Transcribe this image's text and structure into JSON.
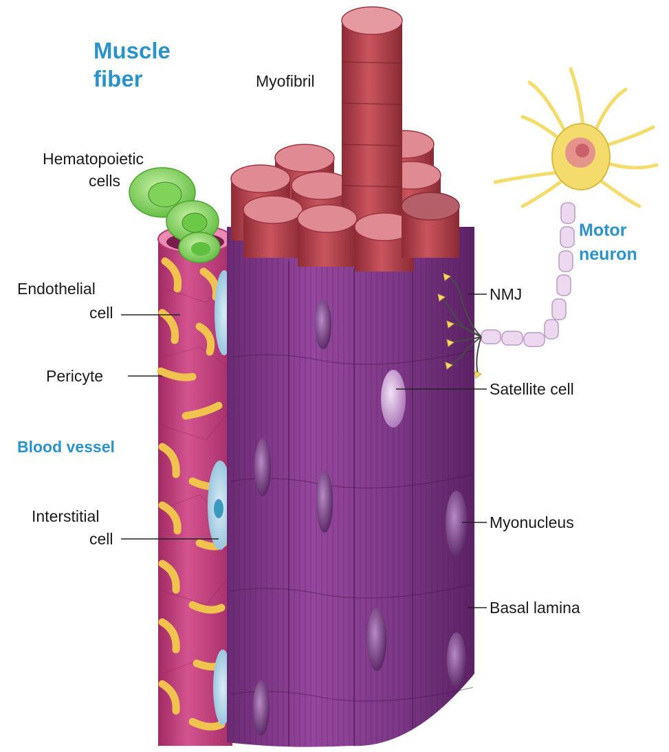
{
  "labels": {
    "title_line1": "Muscle",
    "title_line2": "fiber",
    "myofibril": "Myofibril",
    "hematopoietic_line1": "Hematopoietic",
    "hematopoietic_line2": "cells",
    "endothelial_line1": "Endothelial",
    "endothelial_line2": "cell",
    "pericyte": "Pericyte",
    "blood_vessel": "Blood vessel",
    "interstitial_line1": "Interstitial",
    "interstitial_line2": "cell",
    "motor_line1": "Motor",
    "motor_line2": "neuron",
    "nmj": "NMJ",
    "satellite_cell": "Satellite cell",
    "myonucleus": "Myonucleus",
    "basal_lamina": "Basal lamina"
  },
  "colors": {
    "heading_blue": "#2b93c9",
    "fiber_purple": "#8a3f92",
    "fiber_dark": "#5e2568",
    "myofibril_red": "#b9454f",
    "vessel_pink": "#c83f7e",
    "pericyte_yellow": "#f0c24e",
    "cell_green": "#7fd35a",
    "neuron_yellow": "#f4dc6c",
    "myelin_lavender": "#ecd9ef"
  }
}
